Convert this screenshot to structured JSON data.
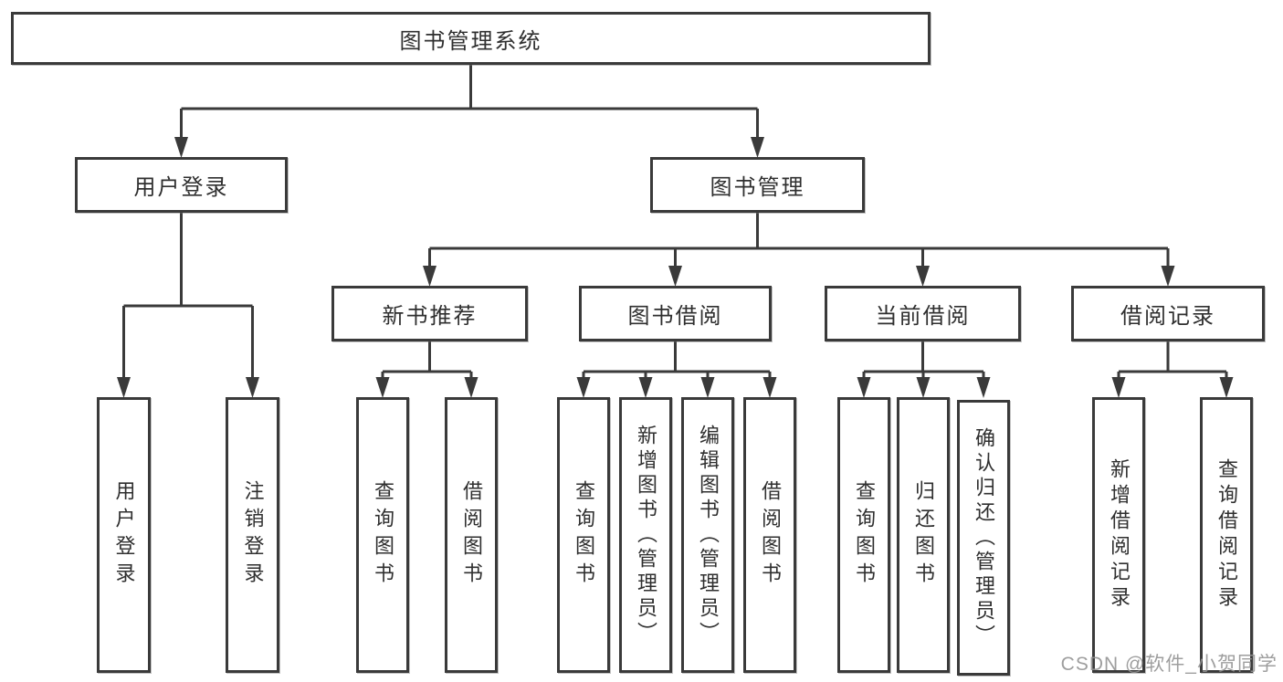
{
  "diagram_title": "图书管理系统",
  "nodes": {
    "root": "图书管理系统",
    "user_login": "用户登录",
    "book_mgmt": "图书管理",
    "new_book_rec": "新书推荐",
    "book_borrow": "图书借阅",
    "current_borrow": "当前借阅",
    "borrow_records": "借阅记录",
    "leaf_user_login": "用户登录",
    "leaf_logout": "注销登录",
    "rec_query_books": "查询图书",
    "rec_borrow_books": "借阅图书",
    "bb_query_books": "查询图书",
    "bb_add_books": "新增图书（管理员）",
    "bb_edit_books": "编辑图书（管理员）",
    "bb_borrow_books": "借阅图书",
    "cb_query_books": "查询图书",
    "cb_return_books": "归还图书",
    "cb_confirm_return": "确认归还（管理员）",
    "br_add_record": "新增借阅记录",
    "br_query_record": "查询借阅记录"
  },
  "colors": {
    "line": "#3a3a3a",
    "text": "#2f2f2f",
    "watermark": "#949494"
  },
  "watermark": "CSDN @软件_小贺同学"
}
